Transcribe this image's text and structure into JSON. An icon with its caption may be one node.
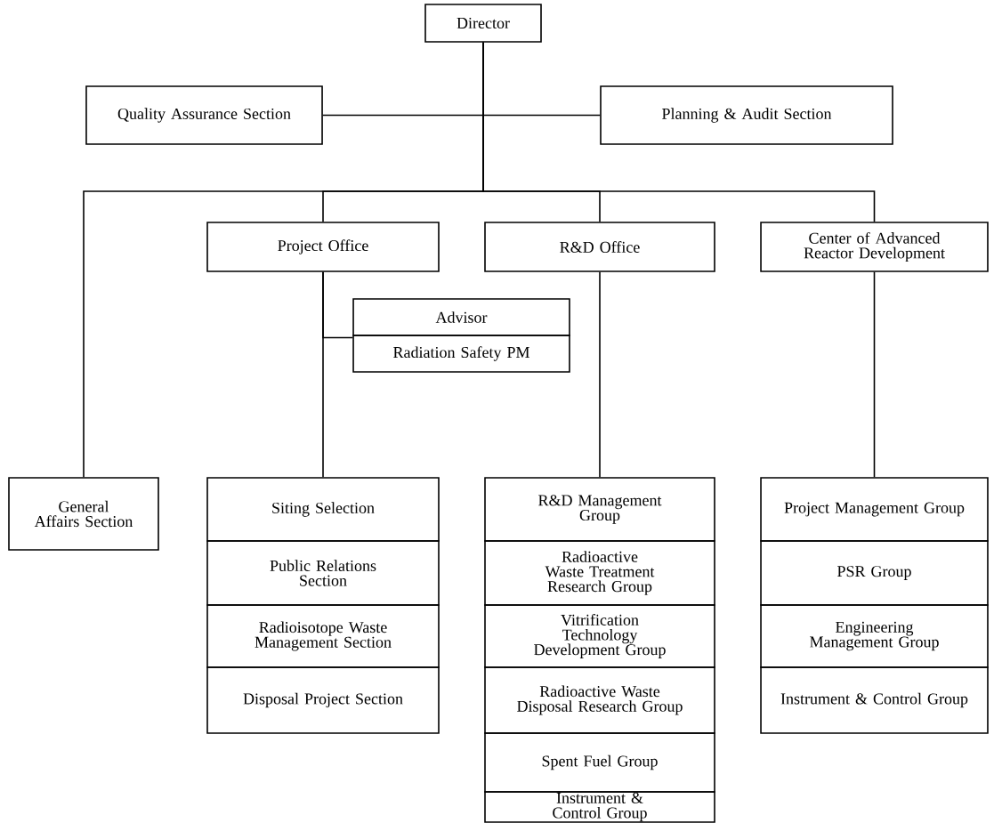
{
  "diagram": {
    "nodes": [
      {
        "text": [
          "Director"
        ]
      },
      {
        "text": [
          "Quality Assurance Section"
        ]
      },
      {
        "text": [
          "Planning & Audit Section"
        ]
      },
      {
        "text": [
          "General Affairs Section"
        ]
      },
      {
        "text": [
          "Project Office"
        ]
      },
      {
        "text": [
          "R&D Office"
        ]
      },
      {
        "text": [
          "Center of Advanced Reactor Development"
        ]
      },
      {
        "text": [
          "Advisor"
        ]
      },
      {
        "text": [
          "Radiation Safety PM"
        ]
      },
      {
        "text": [
          "Siting Selection"
        ]
      },
      {
        "text": [
          "Public Relations Section"
        ]
      },
      {
        "text": [
          "Radioisotope Waste Management Section"
        ]
      },
      {
        "text": [
          "Disposal Project Section"
        ]
      },
      {
        "text": [
          "R&D Management Group"
        ]
      },
      {
        "text": [
          "Radioactive Waste Treatment Research Group"
        ]
      },
      {
        "text": [
          "Vitrification Technology Development Group"
        ]
      },
      {
        "text": [
          "Radioactive Waste Disposal Research Group"
        ]
      },
      {
        "text": [
          "Spent Fuel Group"
        ]
      },
      {
        "text": [
          "Instrument & Control Group"
        ]
      },
      {
        "text": [
          "Project Management Group"
        ]
      },
      {
        "text": [
          "PSR Group"
        ]
      },
      {
        "text": [
          "Engineering Management Group"
        ]
      },
      {
        "text": [
          "Instrument & Control Group"
        ]
      }
    ],
    "edges": [
      {
        "from": 0,
        "to": 1,
        "arrow": "none"
      },
      {
        "from": 0,
        "to": 2,
        "arrow": "none"
      },
      {
        "from": 0,
        "to": 3,
        "arrow": "none"
      },
      {
        "from": 0,
        "to": 4,
        "arrow": "none"
      },
      {
        "from": 0,
        "to": 5,
        "arrow": "none"
      },
      {
        "from": 0,
        "to": 6,
        "arrow": "none"
      },
      {
        "from": 4,
        "to": 8,
        "arrow": "none"
      },
      {
        "from": 4,
        "to": 9,
        "arrow": "none"
      },
      {
        "from": 5,
        "to": 13,
        "arrow": "none"
      },
      {
        "from": 6,
        "to": 19,
        "arrow": "none"
      }
    ]
  }
}
